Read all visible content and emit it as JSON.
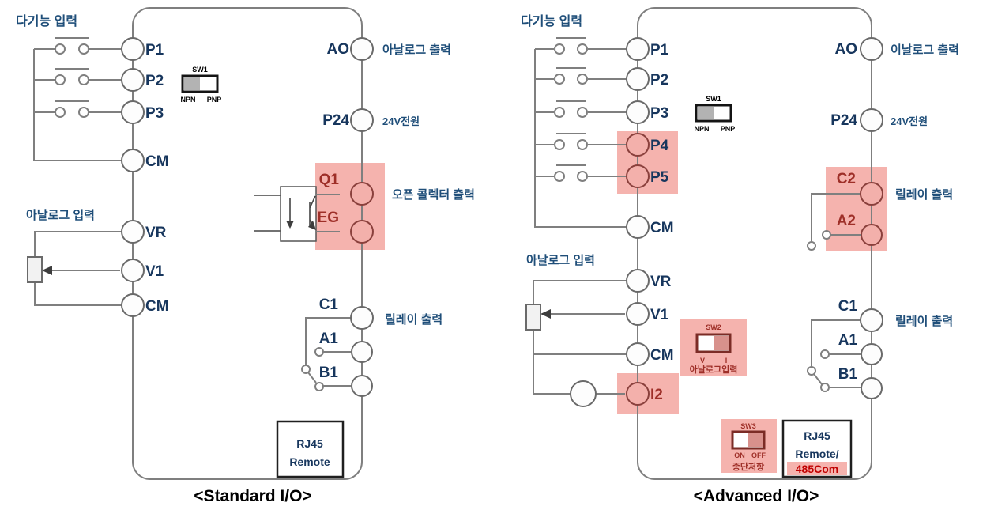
{
  "colors": {
    "highlight_pink": "#f5b3ae",
    "highlight_terminal_text": "#9e2f28",
    "terminal_text": "#17365d",
    "korean_label_text": "#1f4e79",
    "wire_gray": "#7f7f7f",
    "switch_red": "#7b2c26",
    "caption_black": "#000000",
    "rj45_red": "#c00000"
  },
  "standard": {
    "caption": "<Standard I/O>",
    "multi_input": "다기능 입력",
    "analog_input": "아날로그 입력",
    "terminals": {
      "p1": "P1",
      "p2": "P2",
      "p3": "P3",
      "cm1": "CM",
      "vr": "VR",
      "v1": "V1",
      "cm2": "CM",
      "ao": "AO",
      "p24": "P24",
      "q1": "Q1",
      "eg": "EG",
      "c1": "C1",
      "a1": "A1",
      "b1": "B1"
    },
    "labels": {
      "analog_out": "아날로그 출력",
      "power": "24V전원",
      "open_collector": "오픈 콜렉터 출력",
      "relay": "릴레이 출력"
    },
    "sw1": {
      "title": "SW1",
      "left": "NPN",
      "right": "PNP"
    },
    "rj45": {
      "line1": "RJ45",
      "line2": "Remote"
    }
  },
  "advanced": {
    "caption": "<Advanced I/O>",
    "multi_input": "다기능 입력",
    "analog_input": "아날로그 입력",
    "terminals": {
      "p1": "P1",
      "p2": "P2",
      "p3": "P3",
      "p4": "P4",
      "p5": "P5",
      "cm1": "CM",
      "vr": "VR",
      "v1": "V1",
      "cm2": "CM",
      "i2": "I2",
      "ao": "AO",
      "p24": "P24",
      "c2": "C2",
      "a2": "A2",
      "c1": "C1",
      "a1": "A1",
      "b1": "B1"
    },
    "labels": {
      "analog_out": "이날로그 출력",
      "power": "24V전원",
      "relay_top": "릴레이 출력",
      "relay_bottom": "릴레이 출력"
    },
    "sw1": {
      "title": "SW1",
      "left": "NPN",
      "right": "PNP"
    },
    "sw2": {
      "title": "SW2",
      "left": "V",
      "right": "I",
      "label": "아날로그입력"
    },
    "sw3": {
      "title": "SW3",
      "left": "ON",
      "right": "OFF",
      "label": "종단저항"
    },
    "rj45": {
      "line1": "RJ45",
      "line2": "Remote/",
      "line3": "485Com"
    }
  }
}
